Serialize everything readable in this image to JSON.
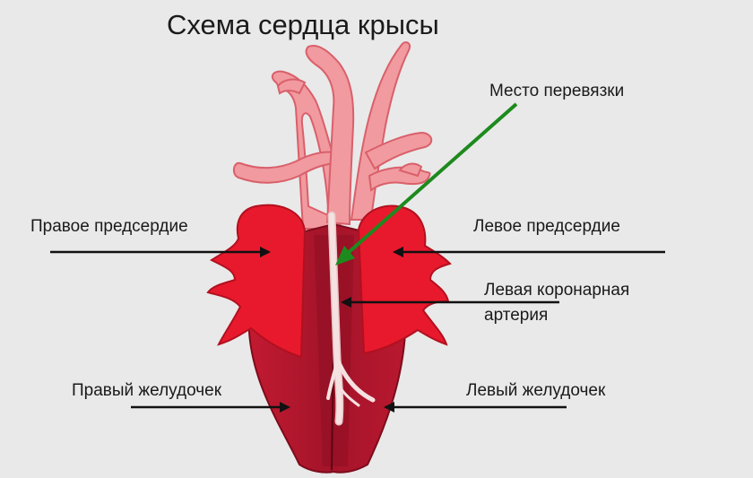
{
  "title": "Схема сердца крысы",
  "labels": {
    "ligation_site": "Место перевязки",
    "right_atrium": "Правое предсердие",
    "left_atrium": "Левое предсердие",
    "left_coronary_line1": "Левая коронарная",
    "left_coronary_line2": "артерия",
    "right_ventricle": "Правый желудочек",
    "left_ventricle": "Левый желудочек"
  },
  "colors": {
    "background": "#e9e9e9",
    "ventricle": "#a4142a",
    "ventricle_dark": "#7c0c1c",
    "atrium": "#e8192d",
    "vessel": "#f19aa0",
    "vessel_outline": "#d9606a",
    "coronary": "#f6e1e1",
    "pointer_green": "#1d8a1d",
    "leader_line": "#111111"
  }
}
